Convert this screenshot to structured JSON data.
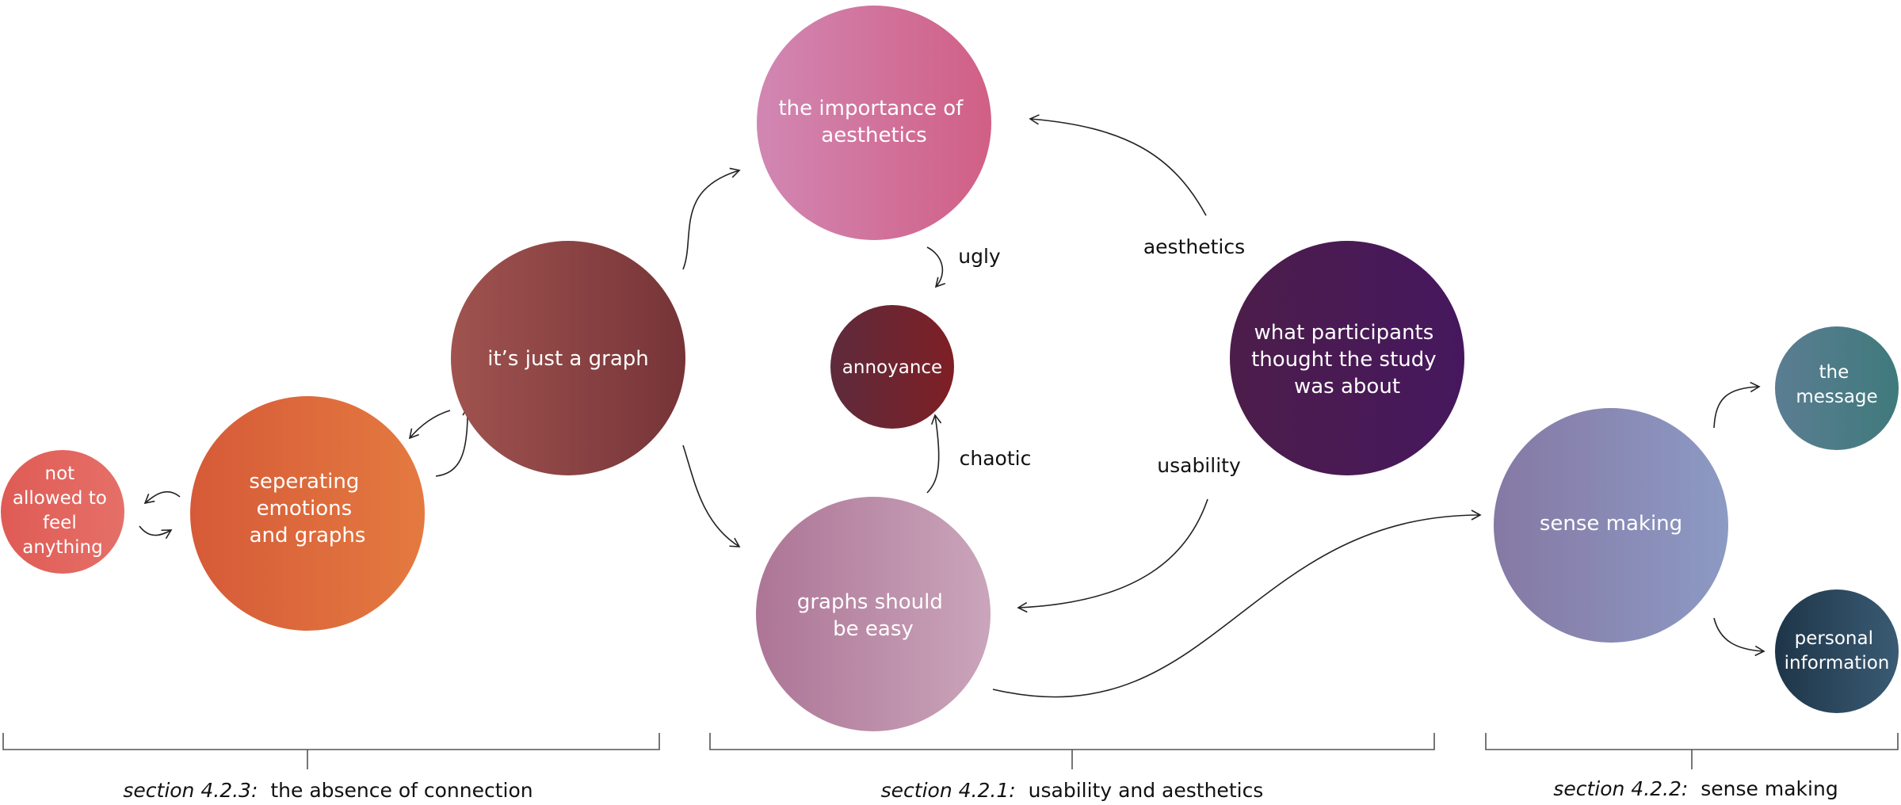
{
  "nodes": {
    "aesthetics_importance": {
      "lines": [
        "the importance of",
        "aesthetics"
      ],
      "color_from": "#d187b3",
      "color_to": "#d15f85"
    },
    "annoyance": {
      "lines": [
        "annoyance"
      ],
      "color_from": "#5e2b3c",
      "color_to": "#7e1f25"
    },
    "just_a_graph": {
      "lines": [
        "it’s just a graph"
      ],
      "color_from": "#a0534f",
      "color_to": "#763438"
    },
    "not_allowed": {
      "lines": [
        "not",
        "allowed to",
        "feel",
        "anything"
      ],
      "color_from": "#df5b55",
      "color_to": "#e57068"
    },
    "separating": {
      "lines": [
        "seperating",
        "emotions",
        "and graphs"
      ],
      "color_from": "#d65a38",
      "color_to": "#e47a40"
    },
    "graphs_easy": {
      "lines": [
        "graphs should",
        "be easy"
      ],
      "color_from": "#ad7596",
      "color_to": "#caa5bb"
    },
    "study_about": {
      "lines": [
        "what participants",
        "thought the study",
        "was about"
      ],
      "color_from": "#4c1d4a",
      "color_to": "#46175e"
    },
    "sense_making": {
      "lines": [
        "sense making"
      ],
      "color_from": "#8579a4",
      "color_to": "#8c9ac4"
    },
    "message": {
      "lines": [
        "the",
        "message"
      ],
      "color_from": "#5b7d92",
      "color_to": "#3f7a7c"
    },
    "personal_info": {
      "lines": [
        "personal",
        "information"
      ],
      "color_from": "#1e3548",
      "color_to": "#3a5b74"
    }
  },
  "edge_labels": {
    "ugly": "ugly",
    "chaotic": "chaotic",
    "aesthetics": "aesthetics",
    "usability": "usability"
  },
  "sections": [
    {
      "prefix": "section 4.2.3:",
      "title": "the absence of connection"
    },
    {
      "prefix": "section 4.2.1:",
      "title": "usability and aesthetics"
    },
    {
      "prefix": "section 4.2.2:",
      "title": "sense making"
    }
  ]
}
